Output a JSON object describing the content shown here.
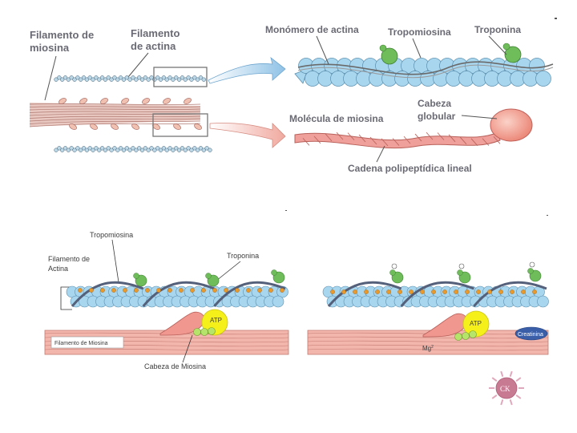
{
  "top_panel": {
    "labels": {
      "myosin_filament": [
        "Filamento de",
        "miosina"
      ],
      "actin_filament": [
        "Filamento",
        "de actina"
      ],
      "actin_monomer": "Monómero de actina",
      "tropomyosin": "Tropomiosina",
      "troponin": "Troponina",
      "myosin_molecule": "Molécula de miosina",
      "globular_head": [
        "Cabeza",
        "globular"
      ],
      "linear_chain": "Cadena polipeptídica lineal"
    }
  },
  "bottom_left": {
    "labels": {
      "tropomyosin": "Tropomiosina",
      "actin_filament": [
        "Filamento de",
        "Actina"
      ],
      "troponin": "Troponina",
      "myosin_filament": "Filamento de Miosina",
      "myosin_head": "Cabeza de Miosina",
      "atp": "ATP"
    }
  },
  "bottom_right": {
    "labels": {
      "atp": "ATP",
      "creatinine": "Creatinina",
      "mg": "Mg",
      "mg_sup": "2"
    }
  },
  "logo": {
    "text": "CK"
  },
  "colors": {
    "actin": "#a9d6ef",
    "actin_stroke": "#5a8fae",
    "troponin": "#6fbd5a",
    "myosin": "#f0a8a0",
    "myosin_stroke": "#b8605a",
    "atp": "#f6f01a",
    "creatinine": "#3a5fa8",
    "arrow_blue": "#9cc8e8",
    "arrow_pink": "#f2b8ae"
  }
}
